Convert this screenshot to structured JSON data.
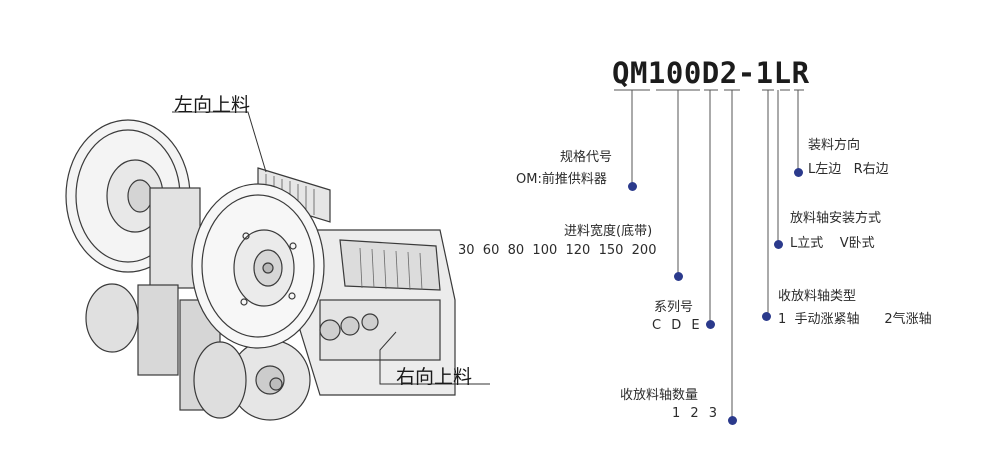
{
  "model_code": "QM100D2-1LR",
  "machine_labels": {
    "left_feed": "左向上料",
    "right_feed": "右向上料"
  },
  "annotations": {
    "spec_code": {
      "title": "规格代号",
      "value": "OM:前推供料器"
    },
    "feed_width": {
      "title": "进料宽度(底带)",
      "value": "30  60  80  100  120  150  200"
    },
    "series": {
      "title": "系列号",
      "value": "C D E"
    },
    "shaft_count": {
      "title": "收放料轴数量",
      "value": "1 2 3"
    },
    "load_direction": {
      "title": "装料方向",
      "value": "L左边   R右边"
    },
    "mount_style": {
      "title": "放料轴安装方式",
      "value": "L立式    V卧式"
    },
    "shaft_type": {
      "title": "收放料轴类型",
      "value": "1  手动涨紧轴      2气涨轴"
    }
  },
  "colors": {
    "marker": "#2b3a8c",
    "leader": "#555555",
    "text": "#2b2b2b"
  }
}
